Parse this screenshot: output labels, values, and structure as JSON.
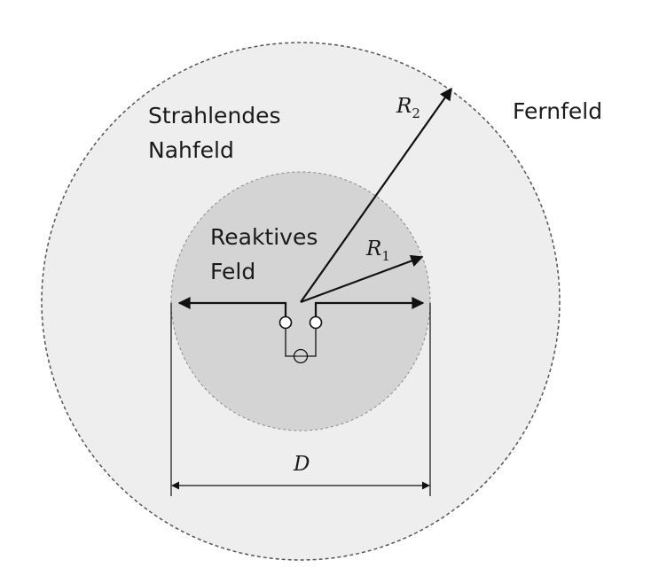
{
  "labels": {
    "far_field": "Fernfeld",
    "radiating_near_field_line1": "Strahlendes",
    "radiating_near_field_line2": "Nahfeld",
    "reactive_field_line1": "Reaktives",
    "reactive_field_line2": "Feld",
    "r1_symbol": "R",
    "r1_subscript": "1",
    "r2_symbol": "R",
    "r2_subscript": "2",
    "d_symbol": "D"
  },
  "colors": {
    "outer_region_fill": "#eeeeee",
    "inner_region_fill": "#d4d4d4",
    "outer_boundary_stroke": "#555555",
    "inner_boundary_stroke": "#888888",
    "line_color": "#111111"
  },
  "icons": {
    "antenna": "dipole-antenna-icon",
    "source": "ac-source-icon"
  }
}
